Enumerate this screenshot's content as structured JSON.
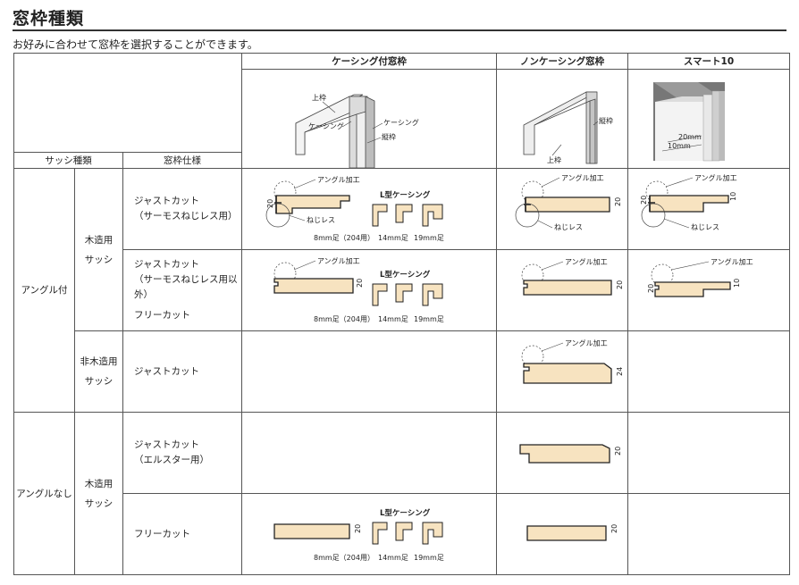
{
  "page": {
    "title": "窓枠種類",
    "subtitle": "お好みに合わせて窓枠を選択することができます。"
  },
  "table": {
    "columns": [
      "ケーシング付窓枠",
      "ノンケーシング窓枠",
      "スマート10"
    ],
    "row_header_sash": "サッシ種類",
    "row_header_spec": "窓枠仕様",
    "groups": {
      "angle_on": "アングル付",
      "angle_off": "アングルなし"
    },
    "sash": {
      "wood": "木造用\nサッシ",
      "nonwood": "非木造用\nサッシ",
      "wood2": "木造用\nサッシ"
    },
    "specs": {
      "r1": "ジャストカット\n（サーモスねじレス用）",
      "r2a": "ジャストカット\n（サーモスねじレス用以外）",
      "r2b": "フリーカット",
      "r3": "ジャストカット",
      "r4": "ジャストカット\n（エルスター用）",
      "r5": "フリーカット"
    }
  },
  "labels": {
    "angle": "アングル加工",
    "screwless": "ねじレス",
    "l_casing": "L型ケーシング",
    "foot8": "8mm足（204用）",
    "foot14": "14mm足",
    "foot19": "19mm足",
    "dim20": "20",
    "dim24": "24",
    "dim10": "10",
    "top_frame": "上枠",
    "casing": "ケーシング",
    "side_frame": "縦枠",
    "s10_20mm": "20mm",
    "s10_10mm": "10mm"
  },
  "colors": {
    "wood": "#f7e3c0",
    "frame_shade": "#c8c8c8",
    "dark_photo": "#555555"
  }
}
